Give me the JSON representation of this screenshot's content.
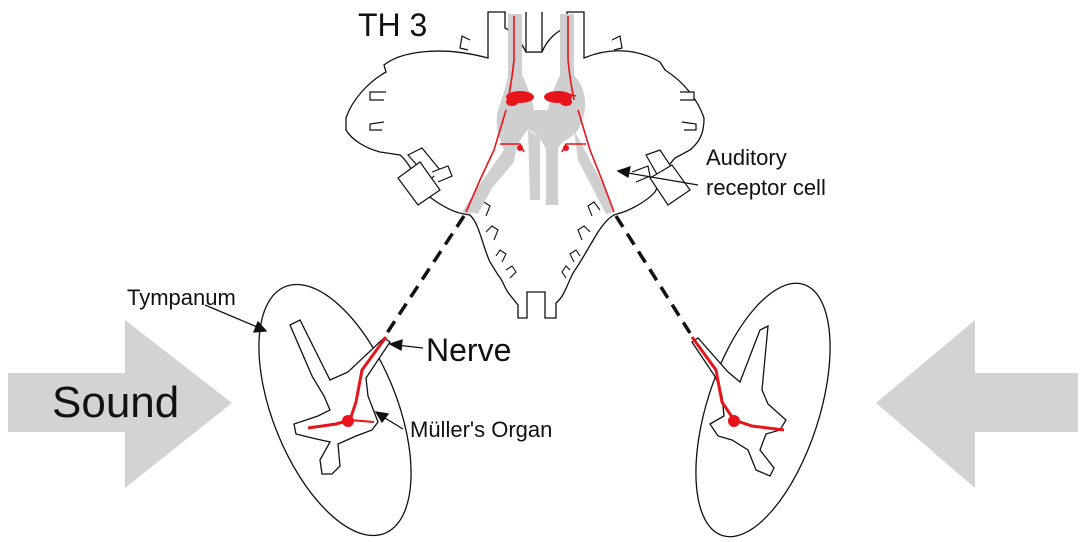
{
  "labels": {
    "ganglion": "TH 3",
    "receptor_line1": "Auditory",
    "receptor_line2": "receptor cell",
    "tympanum": "Tympanum",
    "nerve": "Nerve",
    "organ": "Müller's Organ",
    "sound": "Sound"
  },
  "colors": {
    "neuron": "#e8141b",
    "neuropil": "#cfcfcf",
    "arrow": "#d3d3d3",
    "outline": "#111111"
  }
}
